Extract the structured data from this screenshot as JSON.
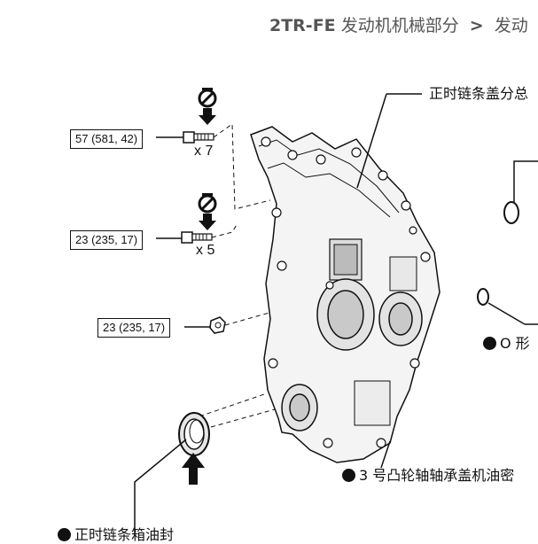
{
  "header": {
    "engine": "2TR-FE",
    "section": "发动机机械部分",
    "separator": ">",
    "subsection": "发动"
  },
  "callouts": {
    "cover_label": "正时链条盖分总",
    "oring_label": "O 形",
    "oil_seal_label": "3 号凸轮轴轴承盖机油密",
    "bottom_label": "正时链条箱油封"
  },
  "torques": [
    {
      "value": "57 (581, 42)",
      "qty": "x 7"
    },
    {
      "value": "23 (235, 17)",
      "qty": "x 5"
    },
    {
      "value": "23 (235, 17)",
      "qty": ""
    }
  ],
  "icons": [
    "no-reuse-icon",
    "bolt-icon",
    "nut-icon",
    "apply-arrow-icon",
    "non-reusable-bullet-icon"
  ],
  "colors": {
    "line": "#111111",
    "header_text": "#555555"
  }
}
